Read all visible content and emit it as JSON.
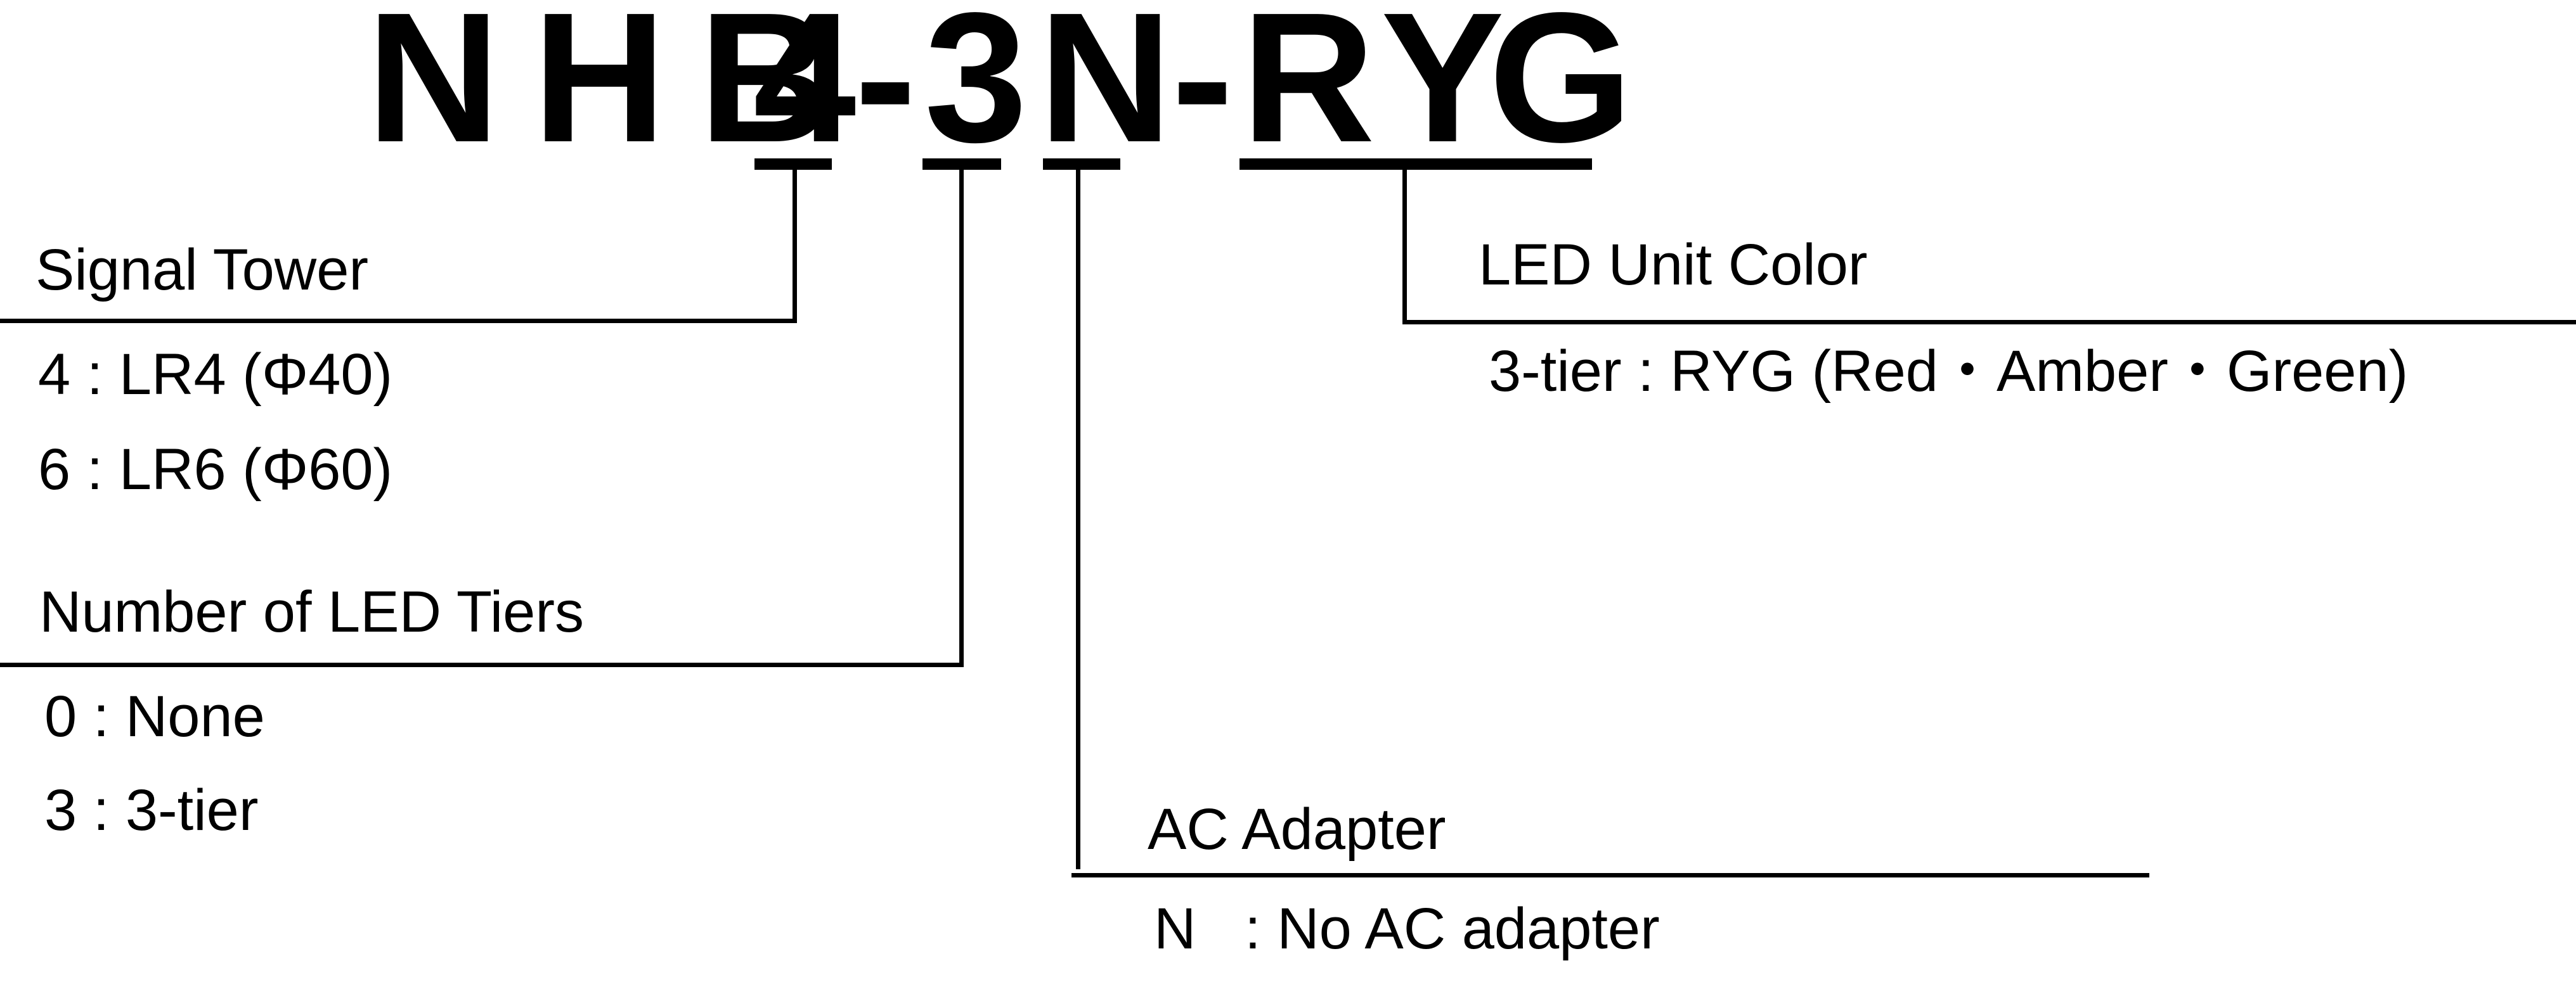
{
  "model_code": {
    "chars": [
      "N",
      "H",
      "B",
      "4",
      "-",
      "3",
      "N",
      "-",
      "R",
      "Y",
      "G"
    ]
  },
  "segments": {
    "signal_tower": {
      "heading": "Signal Tower",
      "options": [
        "4 : LR4 (Φ40)",
        "6 : LR6 (Φ60)"
      ]
    },
    "led_tiers": {
      "heading": "Number of LED Tiers",
      "options": [
        "0 : None",
        "3 : 3-tier"
      ]
    },
    "ac_adapter": {
      "heading": "AC Adapter",
      "options": [
        "N   : No AC adapter"
      ]
    },
    "led_color": {
      "heading": "LED Unit Color",
      "options": [
        "3-tier : RYG (Red・Amber・Green)"
      ]
    }
  }
}
